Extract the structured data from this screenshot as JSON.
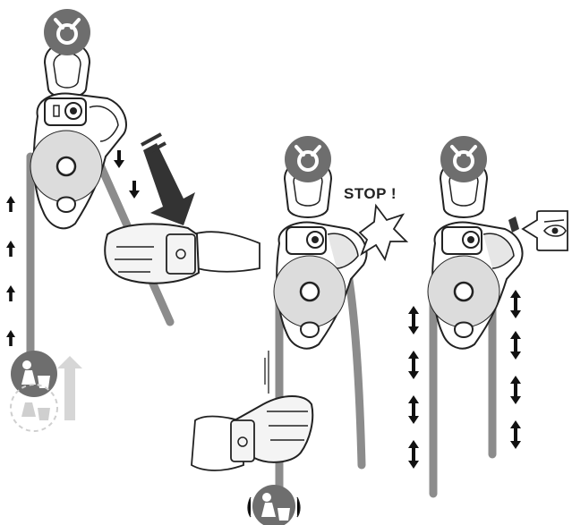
{
  "labels": {
    "stop": "STOP !"
  },
  "colors": {
    "rope": "#8c8c8c",
    "rope_dark": "#6d6d6d",
    "device_body": "#ffffff",
    "sheave": "#dcdcdc",
    "badge": "#6e6e6e",
    "badge_faded": "#cfcfcf",
    "outline": "#222222",
    "arrow": "#111111",
    "glove": "#f4f4f4"
  },
  "icons": {
    "anchor_badge": "anchor-ring-icon",
    "load": "load-bag-icon",
    "hand": "gloved-hand-icon",
    "eye": "eye-check-icon",
    "impact": "impact-burst-icon"
  },
  "panels": [
    {
      "id": "haul",
      "description_key": "rope-hauled-load-rises"
    },
    {
      "id": "release",
      "description_key": "rope-released-cam-stops"
    },
    {
      "id": "locked",
      "description_key": "locked-check-indicator"
    }
  ]
}
